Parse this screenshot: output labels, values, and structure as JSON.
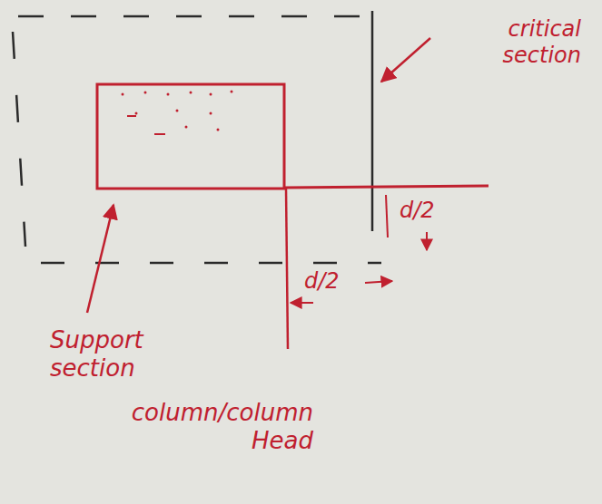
{
  "diagram": {
    "labels": [
      "critical section",
      "d/2",
      "d/2",
      "Support section",
      "column/column Head"
    ]
  }
}
